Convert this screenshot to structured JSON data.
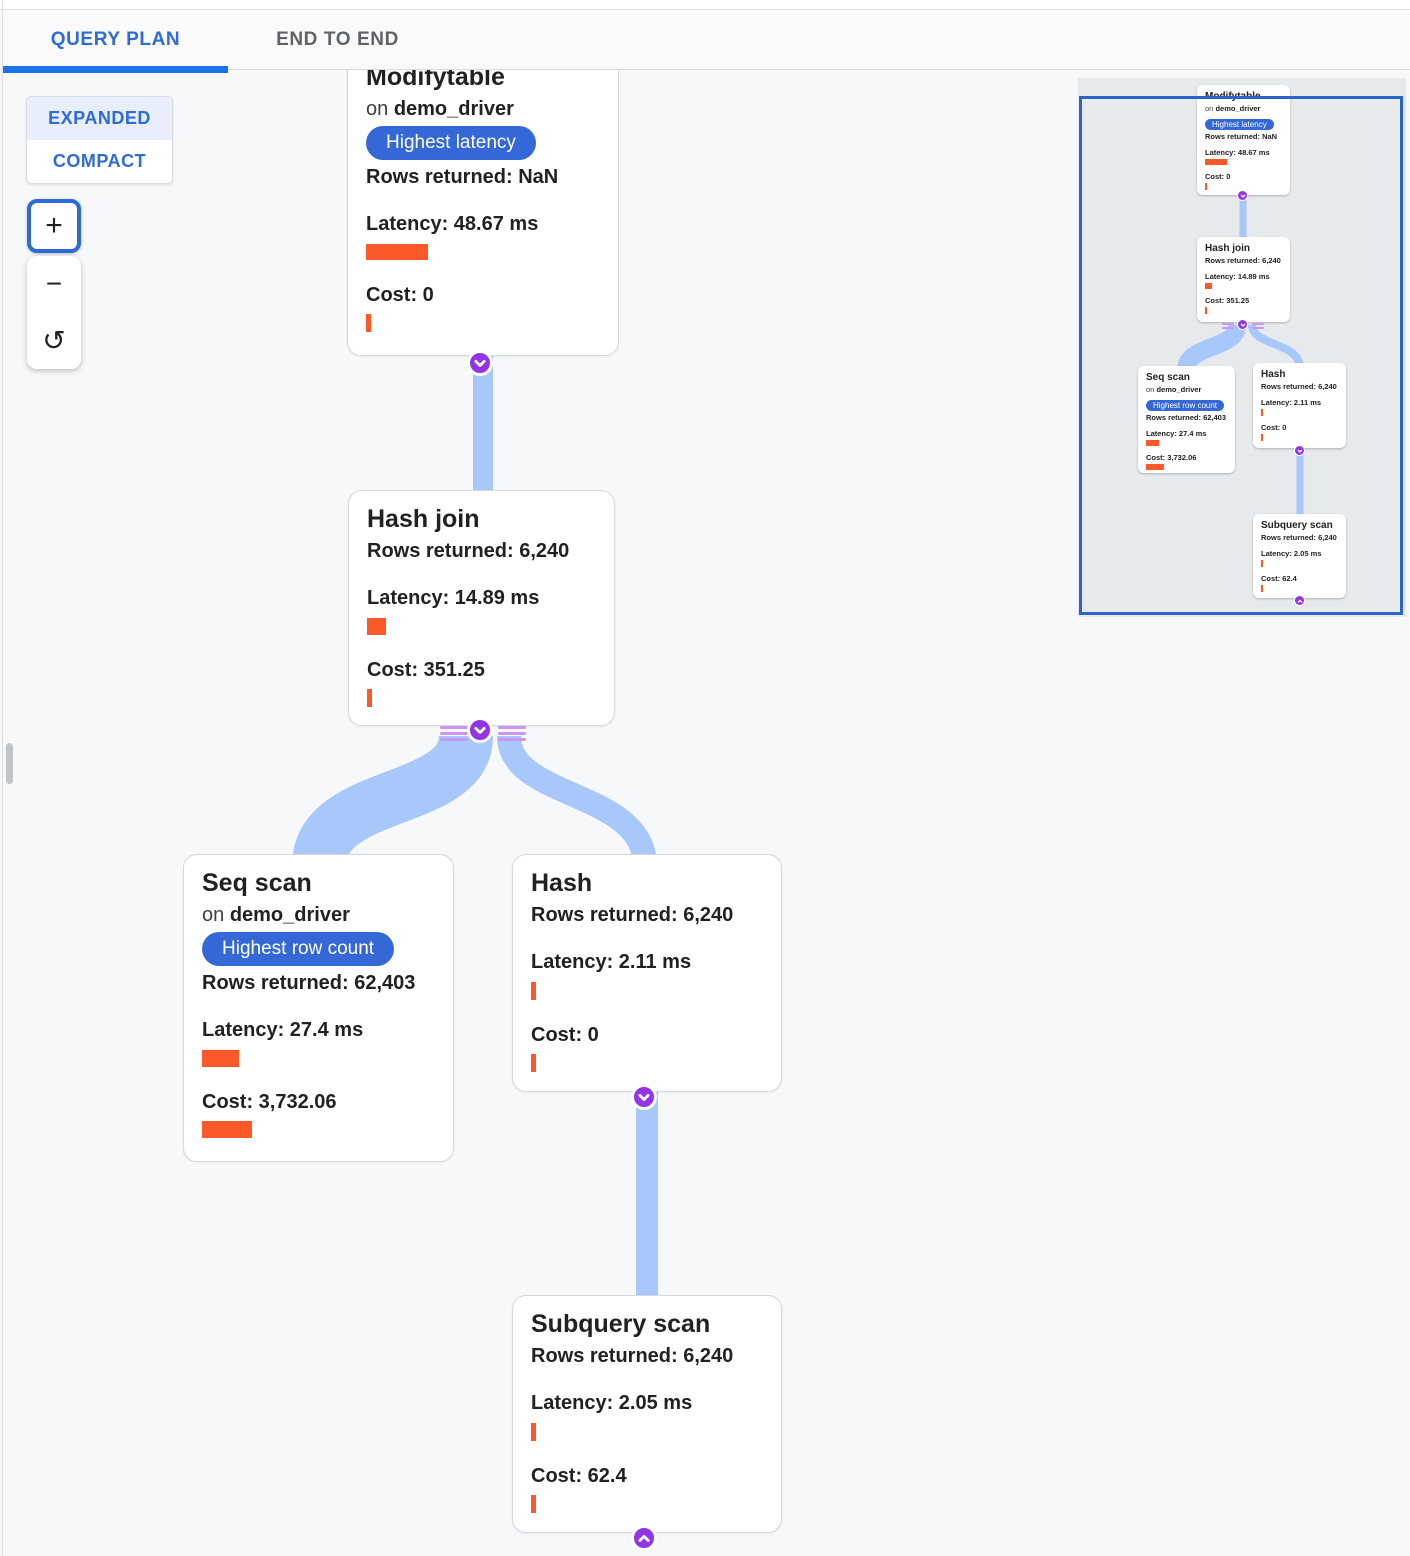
{
  "header": {
    "tabs": [
      {
        "label": "QUERY PLAN",
        "active": true
      },
      {
        "label": "END TO END",
        "active": false
      }
    ]
  },
  "controls": {
    "view_modes": [
      {
        "label": "EXPANDED",
        "active": true
      },
      {
        "label": "COMPACT",
        "active": false
      }
    ],
    "zoom_in": "+",
    "zoom_out": "−",
    "reset": "↺"
  },
  "nodes": [
    {
      "id": "modifytable",
      "title": "Modifytable",
      "on_prefix": "on",
      "table": "demo_driver",
      "badge": "Highest latency",
      "rows": "Rows returned: NaN",
      "latency": "Latency: 48.67 ms",
      "cost": "Cost: 0"
    },
    {
      "id": "hash-join",
      "title": "Hash join",
      "rows": "Rows returned: 6,240",
      "latency": "Latency: 14.89 ms",
      "cost": "Cost: 351.25"
    },
    {
      "id": "seq-scan",
      "title": "Seq scan",
      "on_prefix": "on",
      "table": "demo_driver",
      "badge": "Highest row count",
      "rows": "Rows returned: 62,403",
      "latency": "Latency: 27.4 ms",
      "cost": "Cost: 3,732.06"
    },
    {
      "id": "hash",
      "title": "Hash",
      "rows": "Rows returned: 6,240",
      "latency": "Latency: 2.11 ms",
      "cost": "Cost: 0"
    },
    {
      "id": "subquery-scan",
      "title": "Subquery scan",
      "rows": "Rows returned: 6,240",
      "latency": "Latency: 2.05 ms",
      "cost": "Cost: 62.4"
    }
  ],
  "colors": {
    "accent_blue": "#2e6bd8",
    "tab_indicator_blue": "#1a73e8",
    "badge_blue": "#3368d6",
    "bar_orange": "#fb5a28",
    "edge_blue": "#a8c7fa",
    "connector_purple": "#9334e6",
    "minimap_viewport_blue": "#2a66c9"
  }
}
